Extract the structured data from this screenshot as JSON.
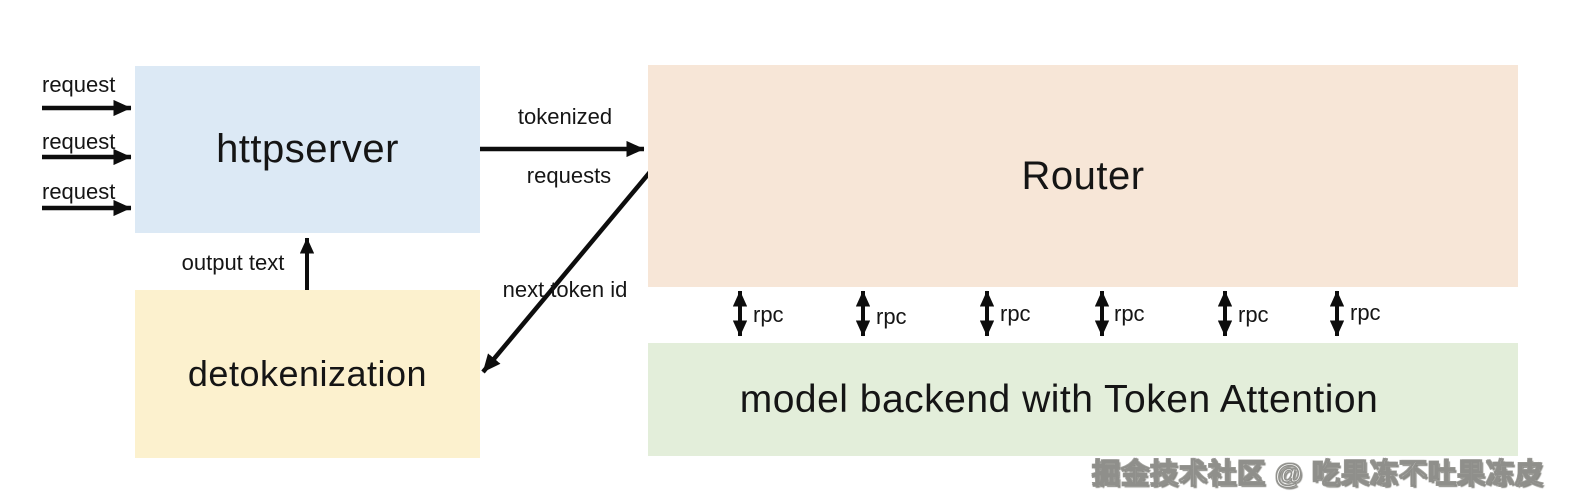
{
  "nodes": {
    "httpserver": {
      "label": "httpserver",
      "bg": "#dce9f5"
    },
    "router": {
      "label": "Router",
      "bg": "#f7e6d7"
    },
    "detokenization": {
      "label": "detokenization",
      "bg": "#fcf1ce"
    },
    "model_backend": {
      "label": "model backend with Token Attention",
      "bg": "#e3eeda"
    }
  },
  "edge_labels": {
    "requests_in": [
      "request",
      "request",
      "request"
    ],
    "tokenized_top": "tokenized",
    "tokenized_bottom": "requests",
    "output_text": "output text",
    "next_token_id": "next token id",
    "rpc": [
      "rpc",
      "rpc",
      "rpc",
      "rpc",
      "rpc",
      "rpc"
    ]
  },
  "colors": {
    "arrow": "#0d0d0d",
    "text": "#151515",
    "background": "#ffffff"
  },
  "watermark": "掘金技术社区 @ 吃果冻不吐果冻皮"
}
